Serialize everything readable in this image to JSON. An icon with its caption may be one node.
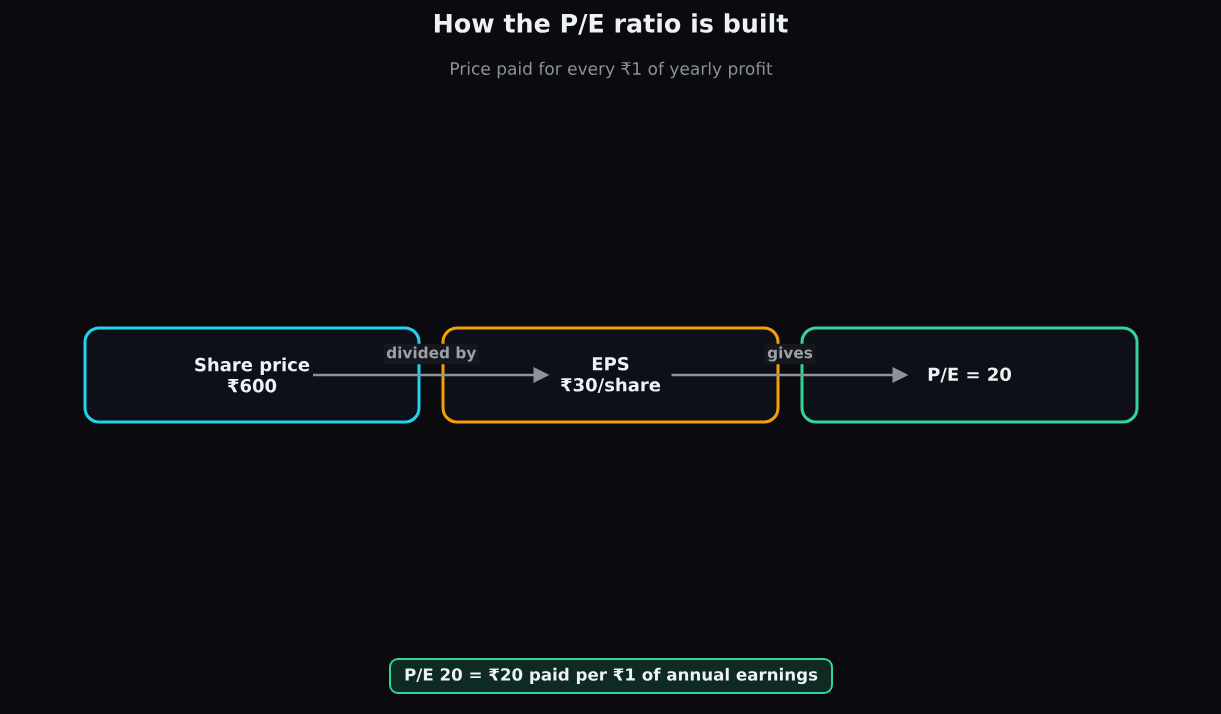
{
  "diagram": {
    "title": "How the P/E ratio is built",
    "nodes": [
      {
        "text": [
          "Share price ₹600"
        ]
      },
      {
        "text": [
          "EPS ₹30/share"
        ]
      },
      {
        "text": [
          "P/E = 20"
        ]
      },
      {
        "text": [
          "P/E 20 = ₹20 paid per ₹1 of annual earnings"
        ]
      }
    ],
    "edges": [
      {
        "from": 0,
        "to": 1,
        "arrow": "to",
        "label": "divided by"
      },
      {
        "from": 1,
        "to": 2,
        "arrow": "to",
        "label": "gives"
      }
    ],
    "labels": [
      "Price paid for every ₹1 of yearly profit"
    ]
  }
}
